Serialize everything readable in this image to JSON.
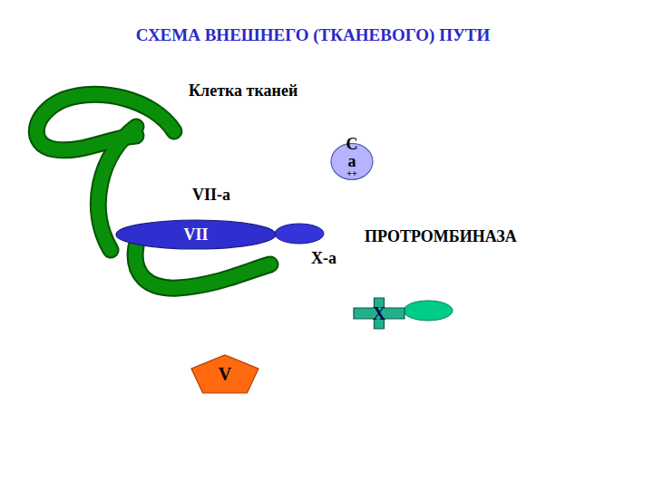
{
  "diagram": {
    "title": "СХЕМА ВНЕШНЕГО (ТКАНЕВОГО) ПУТИ",
    "nodes": [
      {
        "text": [
          "С",
          "a",
          "++"
        ]
      },
      {
        "text": [
          "VII"
        ]
      },
      {
        "text": [
          "X"
        ]
      },
      {
        "text": [
          "V"
        ]
      }
    ],
    "labels": [
      "Клетка тканей",
      "VII-a",
      "ПРОТРОМБИНАЗА",
      "X-a"
    ]
  }
}
